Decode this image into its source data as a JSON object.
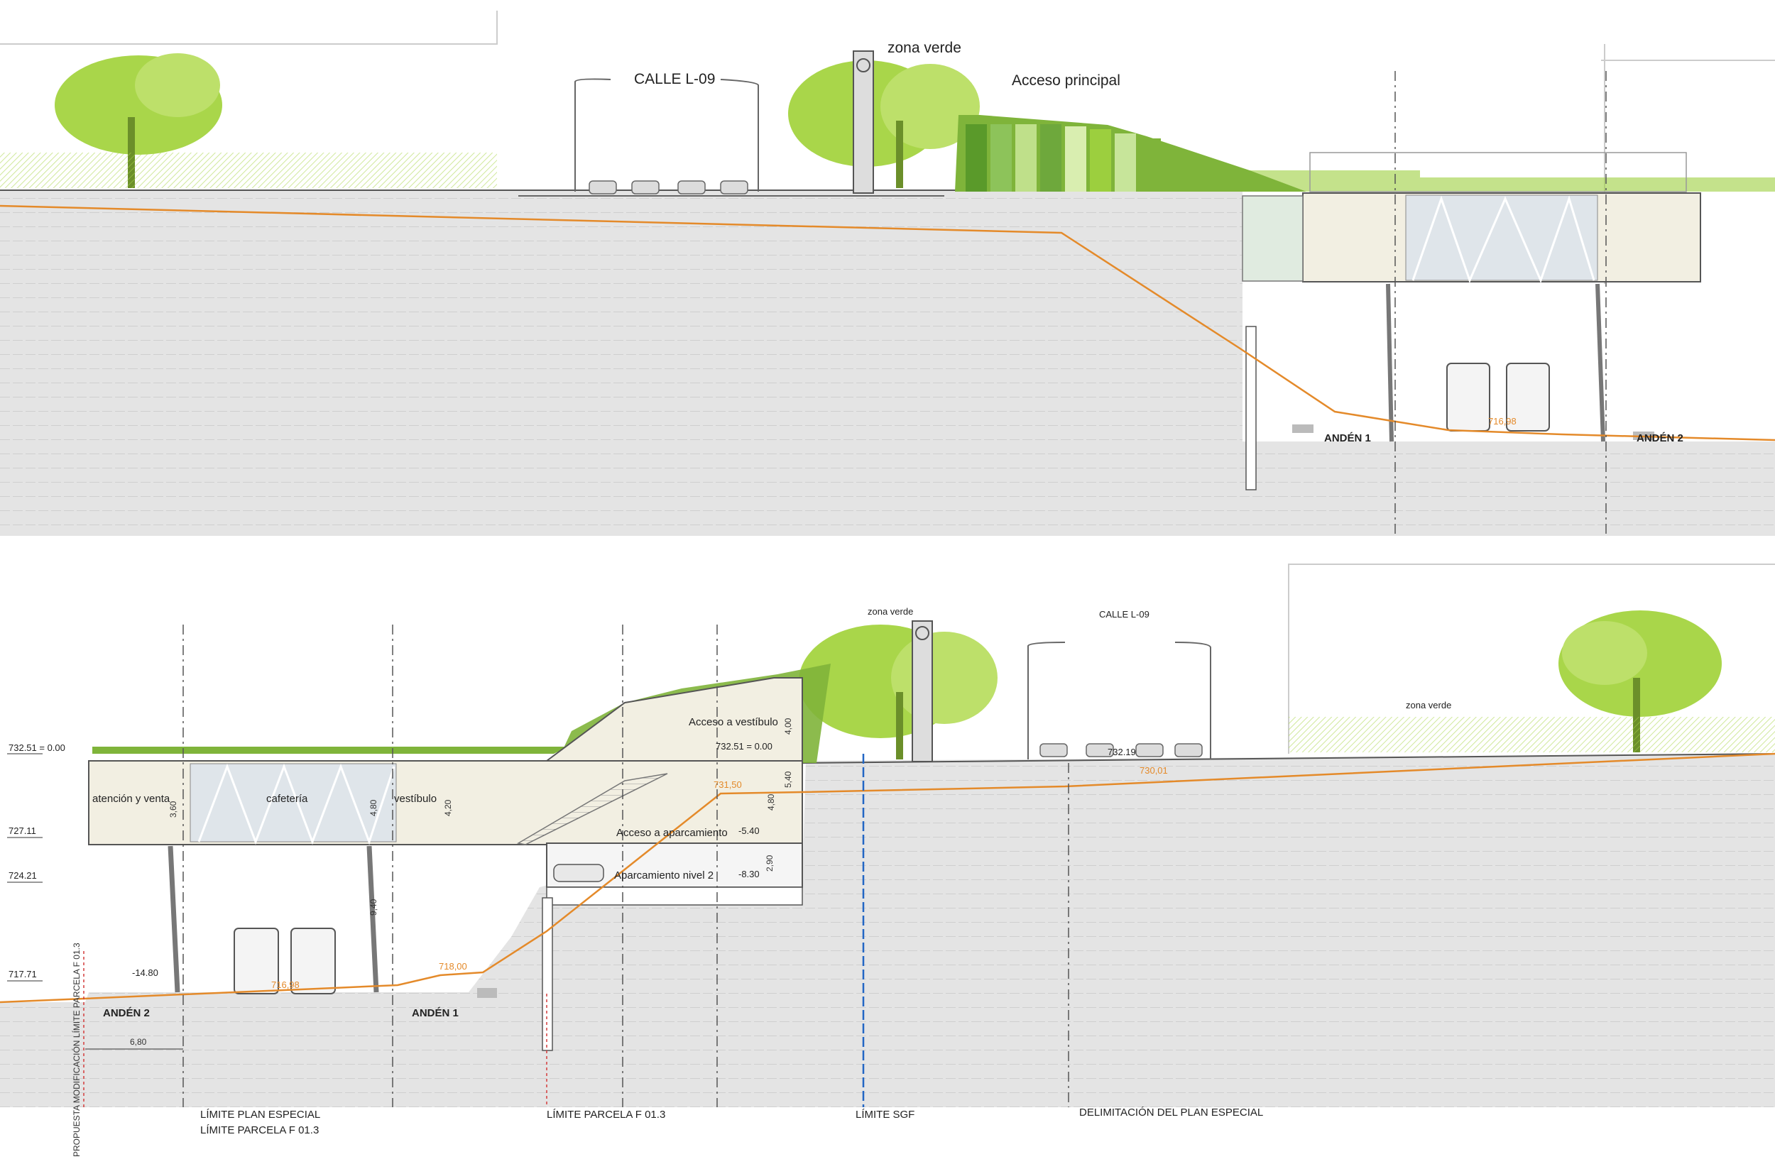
{
  "top_section": {
    "street_label": "CALLE L-09",
    "green_zone_label": "zona verde",
    "main_access_label": "Acceso principal",
    "platform_1": "ANDÉN 1",
    "platform_2": "ANDÉN 2",
    "track_level": "716,98"
  },
  "bottom_section": {
    "green_zone_left": "zona verde",
    "street_label": "CALLE L-09",
    "green_zone_right": "zona verde",
    "spaces": {
      "attention_sales": "atención y venta",
      "cafeteria": "cafetería",
      "vestibule": "vestíbulo",
      "vestibule_access": "Acceso a vestíbulo",
      "parking_access": "Acceso a aparcamiento",
      "parking_level_2": "Aparcamiento nivel 2"
    },
    "platforms": {
      "platform_2": "ANDÉN 2",
      "platform_1": "ANDÉN 1"
    },
    "levels": {
      "ref_left": "732.51 = 0.00",
      "l_727": "727.11",
      "l_724": "724.21",
      "l_717": "717.71",
      "ref_mid": "732.51 = 0.00",
      "street": "732.19",
      "relative_parking_access": "-5.40",
      "relative_parking_2": "-8.30",
      "relative_platform": "-14.80"
    },
    "dimensions": {
      "d_360": "3,60",
      "d_480a": "4,80",
      "d_420": "4,20",
      "d_400": "4,00",
      "d_480b": "4,80",
      "d_540": "5,40",
      "d_290": "2,90",
      "d_940": "9,40",
      "d_680": "6,80"
    },
    "orange_levels": {
      "o1": "731,50",
      "o2": "730,01",
      "o3": "718,00",
      "o4": "716,98"
    },
    "limits": {
      "proposal_vertical": "PROPUESTA MODIFICACIÓN LÍMITE PARCELA F 01.3",
      "plan_special": "LÍMITE PLAN ESPECIAL",
      "parcel_f013_a": "LÍMITE PARCELA F 01.3",
      "parcel_f013_b": "LÍMITE PARCELA F 01.3",
      "sgf": "LÍMITE SGF",
      "special_plan_delim": "DELIMITACIÓN DEL PLAN ESPECIAL"
    }
  },
  "colors": {
    "ground": "#e3e3e3",
    "ground_line": "#c9c9c9",
    "terrain_line": "#e48a2a",
    "green_tree": "#a9d64a",
    "green_roof": "#7fb43a",
    "building": "#f2efe2",
    "limit_blue": "#2266c4"
  }
}
